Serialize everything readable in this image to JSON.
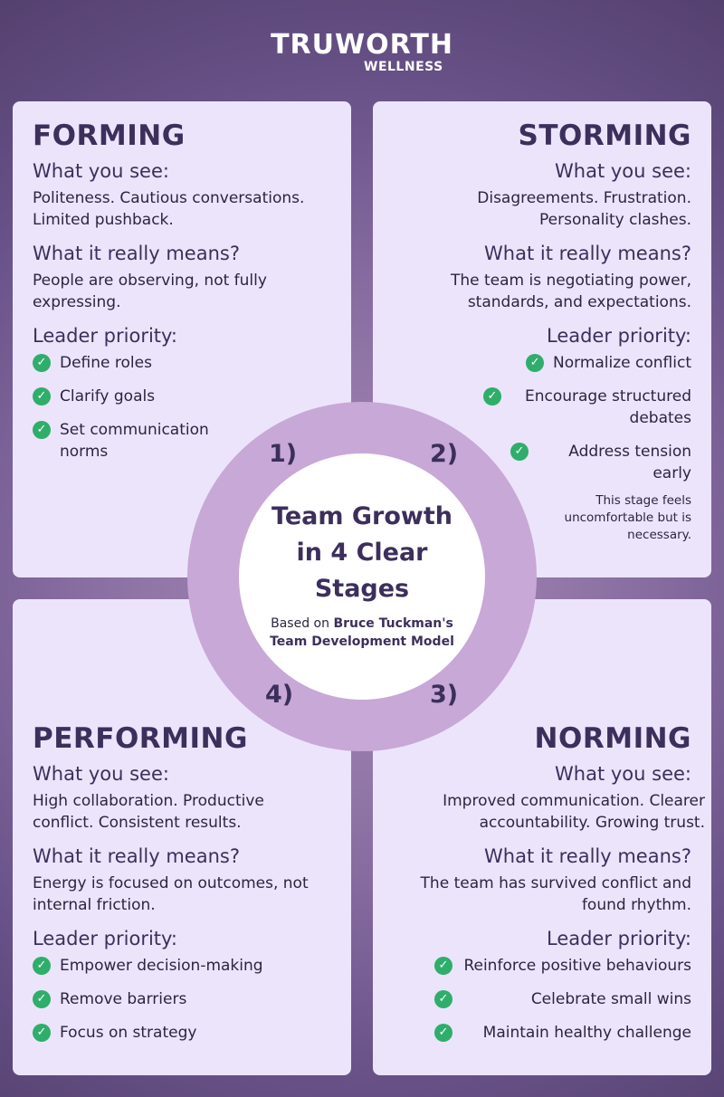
{
  "logo": {
    "brand": "TRUWORTH",
    "sub": "WELLNESS"
  },
  "center": {
    "title": "Team Growth in 4 Clear Stages",
    "sub_prefix": "Based on",
    "sub_bold": "Bruce Tuckman's Team Development Model",
    "numbers": [
      "1)",
      "2)",
      "3)",
      "4)"
    ]
  },
  "labels": {
    "see": "What you see:",
    "means": "What it really means?",
    "priority": "Leader priority:"
  },
  "forming": {
    "title": "FORMING",
    "see": "Politeness. Cautious conversations. Limited pushback.",
    "means": "People are observing, not fully expressing.",
    "priorities": [
      "Define roles",
      "Clarify goals",
      "Set communication norms"
    ]
  },
  "storming": {
    "title": "STORMING",
    "see": "Disagreements. Frustration. Personality clashes.",
    "means": "The team is negotiating power, standards, and expectations.",
    "priorities": [
      "Normalize conflict",
      "Encourage structured debates",
      "Address tension early"
    ],
    "note": "This stage feels uncomfortable but is necessary."
  },
  "performing": {
    "title": "PERFORMING",
    "see": "High collaboration. Productive conflict. Consistent results.",
    "means": "Energy is focused on outcomes, not internal friction.",
    "priorities": [
      "Empower decision-making",
      "Remove barriers",
      "Focus on strategy"
    ]
  },
  "norming": {
    "title": "NORMING",
    "see": "Improved communication. Clearer accountability. Growing trust.",
    "means": "The team has survived conflict and found rhythm.",
    "priorities": [
      "Reinforce positive behaviours",
      "Celebrate small wins",
      "Maintain healthy challenge"
    ]
  },
  "colors": {
    "check": "#2eae6a",
    "ring": "#c8a8d6",
    "card": "#ece4fb",
    "heading": "#3d2f5c"
  }
}
